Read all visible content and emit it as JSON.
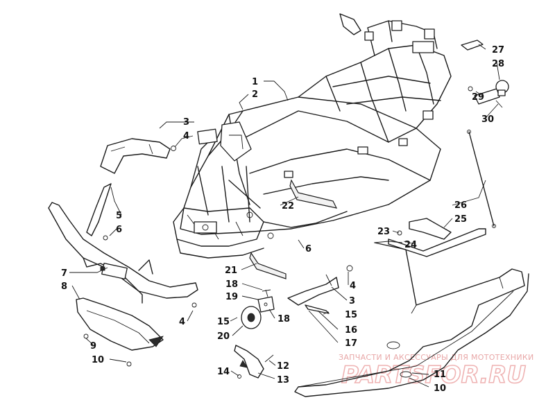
{
  "callouts": [
    {
      "id": "c1",
      "label": "1"
    },
    {
      "id": "c2",
      "label": "2"
    },
    {
      "id": "c3a",
      "label": "3"
    },
    {
      "id": "c4a",
      "label": "4"
    },
    {
      "id": "c5",
      "label": "5"
    },
    {
      "id": "c6a",
      "label": "6"
    },
    {
      "id": "c7",
      "label": "7"
    },
    {
      "id": "c8",
      "label": "8"
    },
    {
      "id": "c4b",
      "label": "4"
    },
    {
      "id": "c9",
      "label": "9"
    },
    {
      "id": "c10a",
      "label": "10"
    },
    {
      "id": "c18a",
      "label": "18"
    },
    {
      "id": "c19",
      "label": "19"
    },
    {
      "id": "c15a",
      "label": "15"
    },
    {
      "id": "c18b",
      "label": "18"
    },
    {
      "id": "c20",
      "label": "20"
    },
    {
      "id": "c21",
      "label": "21"
    },
    {
      "id": "c22",
      "label": "22"
    },
    {
      "id": "c6b",
      "label": "6"
    },
    {
      "id": "c4c",
      "label": "4"
    },
    {
      "id": "c3b",
      "label": "3"
    },
    {
      "id": "c15b",
      "label": "15"
    },
    {
      "id": "c16",
      "label": "16"
    },
    {
      "id": "c17",
      "label": "17"
    },
    {
      "id": "c14",
      "label": "14"
    },
    {
      "id": "c12",
      "label": "12"
    },
    {
      "id": "c13",
      "label": "13"
    },
    {
      "id": "c23",
      "label": "23"
    },
    {
      "id": "c24",
      "label": "24"
    },
    {
      "id": "c25",
      "label": "25"
    },
    {
      "id": "c26",
      "label": "26"
    },
    {
      "id": "c27",
      "label": "27"
    },
    {
      "id": "c28",
      "label": "28"
    },
    {
      "id": "c29",
      "label": "29"
    },
    {
      "id": "c30",
      "label": "30"
    },
    {
      "id": "c11",
      "label": "11"
    },
    {
      "id": "c10b",
      "label": "10"
    }
  ],
  "watermark": {
    "caption": "ЗАПЧАСТИ И АКСЕССУАРЫ ДЛЯ МОТОТЕХНИКИ",
    "logo": "PARTSFOR.RU"
  }
}
